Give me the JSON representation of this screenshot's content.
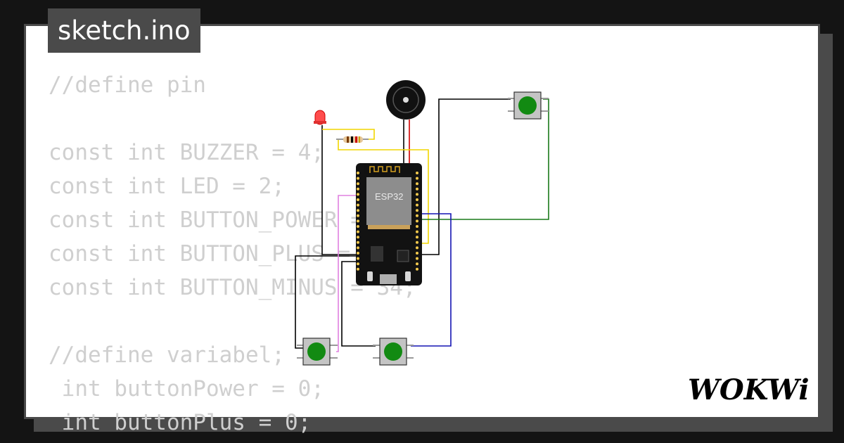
{
  "file_tab": {
    "label": "sketch.ino"
  },
  "code_lines": [
    "//define pin",
    "",
    "const int BUZZER = 4;",
    "const int LED = 2;",
    "const int BUTTON_POWER = 19;",
    "const int BUTTON_PLUS = 21;",
    "const int BUTTON_MINUS = 34;",
    "",
    "//define variabel;",
    " int buttonPower = 0;",
    " int buttonPlus = 0;"
  ],
  "circuit": {
    "board_label": "ESP32",
    "components": [
      "buzzer",
      "led-red",
      "resistor",
      "pushbutton-power",
      "pushbutton-plus",
      "pushbutton-minus"
    ],
    "wire_colors": {
      "black": "#000000",
      "red": "#d00000",
      "yellow": "#f2d600",
      "green": "#1a7a1a",
      "blue": "#1414b4",
      "violet": "#e080e0"
    },
    "button_color": "#128a12"
  },
  "brand": {
    "logo_text": "WOKWi"
  },
  "colors": {
    "frame": "#4a4a4a",
    "background": "#141414",
    "code_text": "#cfcfcf"
  }
}
